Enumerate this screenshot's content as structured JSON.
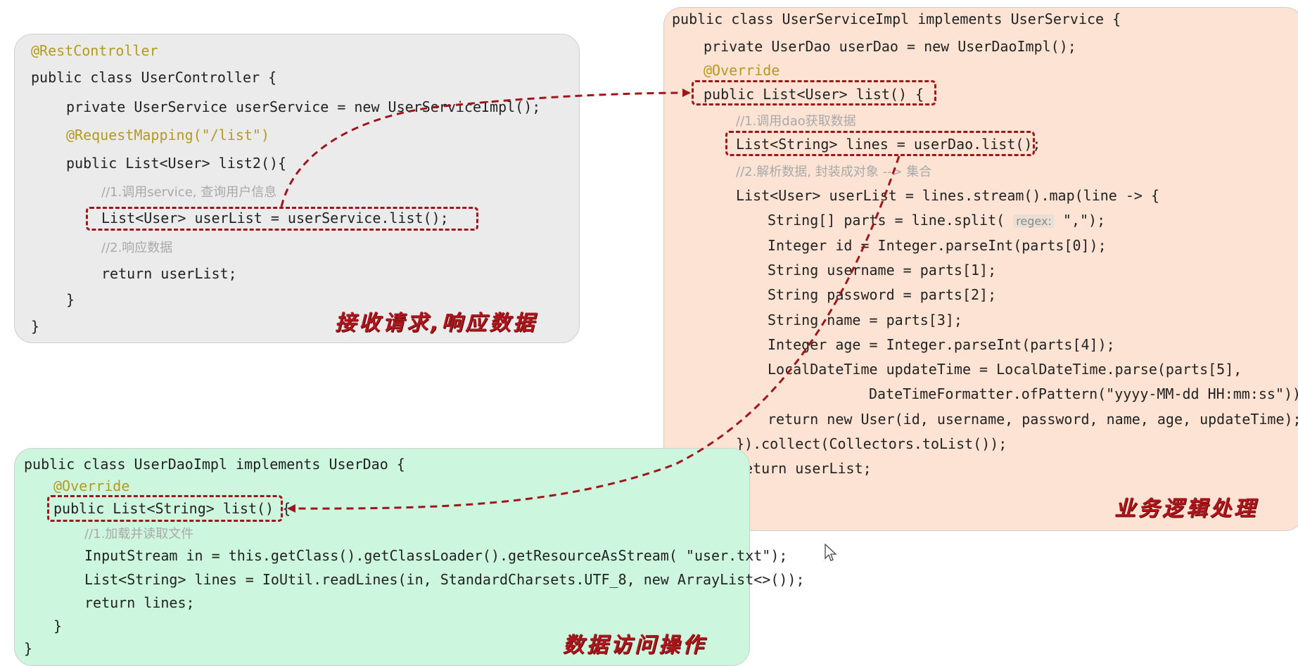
{
  "controller": {
    "lines": [
      "@RestController",
      "public class UserController {",
      "private UserService userService = new UserServiceImpl();",
      "@RequestMapping(\"/list\")",
      "public List<User> list2(){",
      "//1.调用service, 查询用户信息",
      "List<User> userList = userService.list();",
      "//2.响应数据",
      "return userList;",
      "}",
      "}"
    ],
    "label": "接收请求,响应数据"
  },
  "service": {
    "lines": [
      "public class UserServiceImpl implements UserService {",
      "private UserDao userDao = new UserDaoImpl();",
      "@Override",
      "public List<User> list() {",
      "//1.调用dao获取数据",
      "List<String> lines = userDao.list();",
      "//2.解析数据, 封装成对象 --> 集合",
      "List<User> userList = lines.stream().map(line -> {",
      "String[] parts = line.split(",
      "regex:",
      "\",\");",
      "Integer id = Integer.parseInt(parts[0]);",
      "String username = parts[1];",
      "String password = parts[2];",
      "String name = parts[3];",
      "Integer age = Integer.parseInt(parts[4]);",
      "LocalDateTime updateTime = LocalDateTime.parse(parts[5],",
      "DateTimeFormatter.ofPattern(\"yyyy-MM-dd HH:mm:ss\"));",
      "return new User(id, username, password, name, age, updateTime);",
      "}).collect(Collectors.toList());",
      "return userList;",
      "}",
      "}"
    ],
    "label": "业务逻辑处理"
  },
  "dao": {
    "lines": [
      "public class UserDaoImpl implements UserDao {",
      "@Override",
      "public List<String> list() {",
      "//1.加载并读取文件",
      "InputStream in = this.getClass().getClassLoader().getResourceAsStream( \"user.txt\");",
      "List<String> lines = IoUtil.readLines(in, StandardCharsets.UTF_8, new ArrayList<>());",
      "return lines;",
      "}",
      "}"
    ],
    "label": "数据访问操作"
  },
  "colors": {
    "arrow": "#a0151a",
    "keyword": "#1f4fa8",
    "annotation": "#b49a1e",
    "field": "#8a3fbd",
    "string": "#2f7d2f",
    "comment": "#a9a9a9"
  }
}
